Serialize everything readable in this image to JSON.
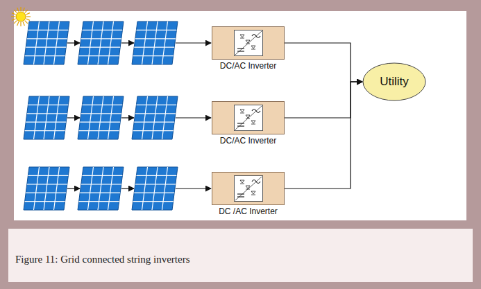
{
  "diagram": {
    "caption": "Figure 11: Grid connected string inverters",
    "nodes": [
      {
        "text": [
          "DC/AC Inverter"
        ]
      },
      {
        "text": [
          "DC/AC Inverter"
        ]
      },
      {
        "text": [
          "DC /AC Inverter"
        ]
      },
      {
        "text": [
          "Utility"
        ]
      }
    ],
    "edges": [
      {
        "from": 0,
        "to": 3,
        "arrow": "to"
      },
      {
        "from": 1,
        "to": 3,
        "arrow": "to"
      },
      {
        "from": 2,
        "to": 3,
        "arrow": "to"
      }
    ]
  }
}
